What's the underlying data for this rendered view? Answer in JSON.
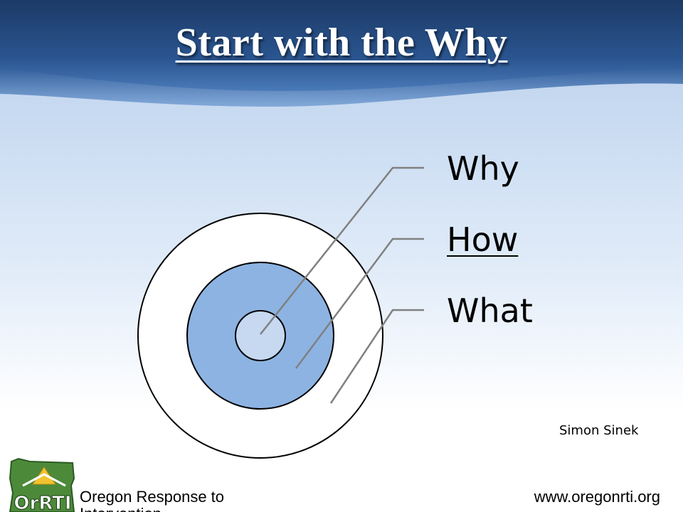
{
  "slide": {
    "title": "Start with the Why",
    "credit": "Simon Sinek"
  },
  "diagram": {
    "labels": {
      "why": "Why",
      "how": "How",
      "what": "What"
    },
    "colors": {
      "outer_ring": "#ffffff",
      "middle_ring": "#8db3e2",
      "inner_circle": "#c6d9f1",
      "leader_line": "#808080"
    }
  },
  "footer": {
    "logo_text": "OrRTI",
    "org_line1": "Oregon Response to",
    "org_line2": "Intervention",
    "url": "www.oregonrti.org"
  },
  "colors": {
    "banner_dark": "#1c3d6b",
    "banner_light": "#4a7cbf"
  }
}
